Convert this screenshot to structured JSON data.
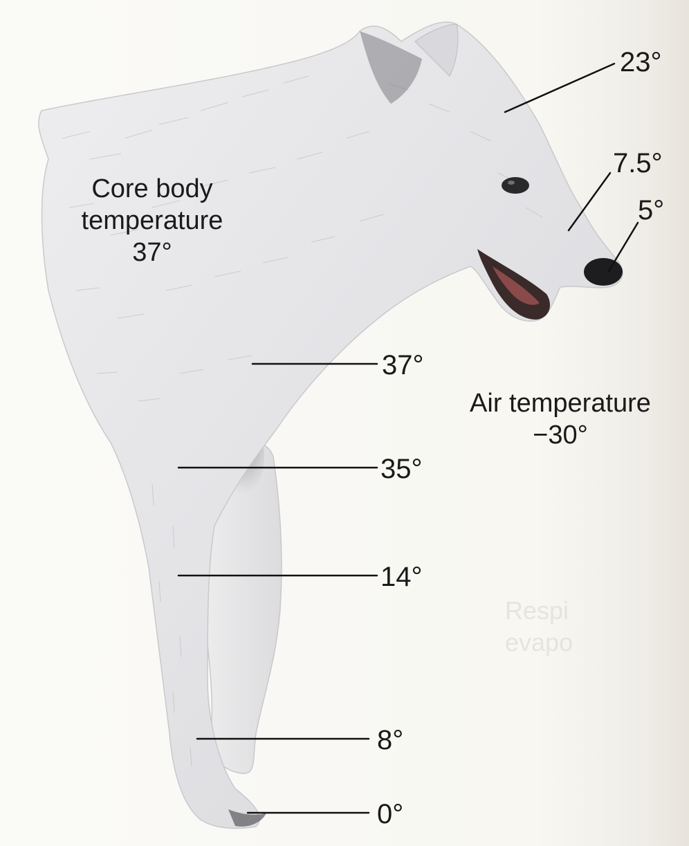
{
  "core_label": {
    "line1": "Core body",
    "line2": "temperature",
    "line3": "37°"
  },
  "air_label": {
    "line1": "Air temperature",
    "line2": "−30°"
  },
  "readings": {
    "head": "23°",
    "muzzle": "7.5°",
    "nose": "5°",
    "shoulder": "37°",
    "upper_leg": "35°",
    "lower_leg": "14°",
    "ankle": "8°",
    "paw": "0°"
  },
  "bleedthrough": {
    "line1": "Respi",
    "line2": "evapo"
  },
  "colors": {
    "text": "#1a1a1a",
    "leader_line": "#111111",
    "fur": "#e9e9ea",
    "background": "#f8f7f2"
  }
}
